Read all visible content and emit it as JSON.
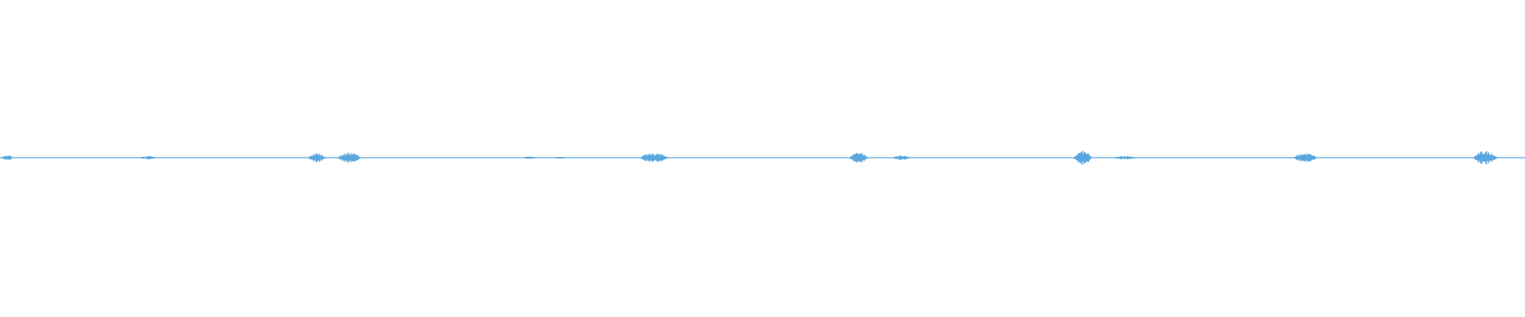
{
  "waveform": {
    "color": "#5aa7df",
    "background": "#ffffff",
    "baseline_amplitude": 0.04,
    "events": [
      {
        "time": 0.005,
        "amplitude": 0.55,
        "duration": 0.004
      },
      {
        "time": 0.097,
        "amplitude": 0.35,
        "duration": 0.006
      },
      {
        "time": 0.208,
        "amplitude": 1.0,
        "duration": 0.006
      },
      {
        "time": 0.229,
        "amplitude": 1.15,
        "duration": 0.008
      },
      {
        "time": 0.347,
        "amplitude": 0.25,
        "duration": 0.005
      },
      {
        "time": 0.368,
        "amplitude": 0.25,
        "duration": 0.005
      },
      {
        "time": 0.429,
        "amplitude": 1.0,
        "duration": 0.01
      },
      {
        "time": 0.563,
        "amplitude": 1.3,
        "duration": 0.006
      },
      {
        "time": 0.591,
        "amplitude": 0.55,
        "duration": 0.006
      },
      {
        "time": 0.71,
        "amplitude": 1.5,
        "duration": 0.006
      },
      {
        "time": 0.738,
        "amplitude": 0.4,
        "duration": 0.008
      },
      {
        "time": 0.856,
        "amplitude": 1.0,
        "duration": 0.008
      },
      {
        "time": 0.974,
        "amplitude": 1.5,
        "duration": 0.008
      }
    ]
  }
}
